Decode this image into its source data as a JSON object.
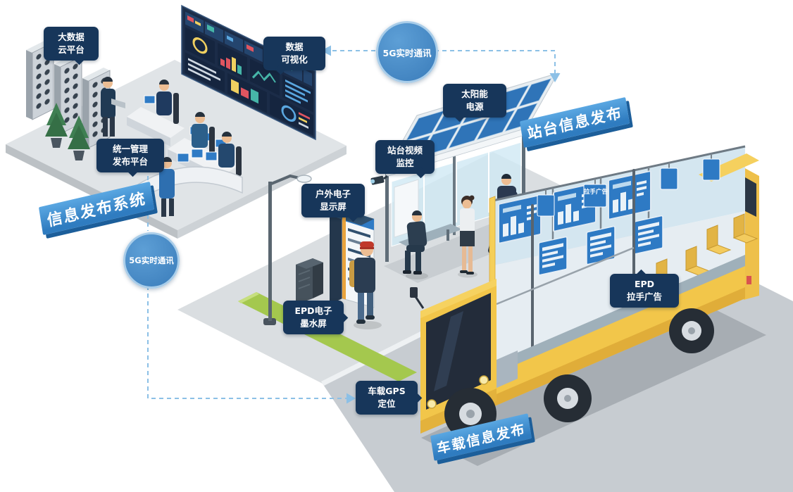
{
  "labels": {
    "badges": [
      {
        "id": "bigdata-cloud",
        "lines": [
          "大数据",
          "云平台"
        ]
      },
      {
        "id": "data-visualization",
        "lines": [
          "数据",
          "可视化"
        ]
      },
      {
        "id": "unified-platform",
        "lines": [
          "统一管理",
          "发布平台"
        ]
      },
      {
        "id": "solar-power",
        "lines": [
          "太阳能",
          "电源"
        ]
      },
      {
        "id": "station-video-monitor",
        "lines": [
          "站台视频",
          "监控"
        ]
      },
      {
        "id": "outdoor-display",
        "lines": [
          "户外电子",
          "显示屏"
        ]
      },
      {
        "id": "epd-ink-screen",
        "lines": [
          "EPD电子",
          "墨水屏"
        ]
      },
      {
        "id": "vehicle-gps",
        "lines": [
          "车载GPS",
          "定位"
        ]
      },
      {
        "id": "epd-handle-ad",
        "lines": [
          "EPD",
          "拉手广告"
        ]
      }
    ],
    "ribbons": [
      {
        "id": "info-publish-system",
        "text": "信息发布系统"
      },
      {
        "id": "station-info-publish",
        "text": "站台信息发布"
      },
      {
        "id": "vehicle-info-publish",
        "text": "车载信息发布"
      }
    ],
    "circles": [
      {
        "id": "5g-top",
        "text": "5G实时通讯"
      },
      {
        "id": "5g-left",
        "text": "5G实时通讯"
      }
    ],
    "small_labels": [
      {
        "id": "strap-ad",
        "text": "拉手广告"
      }
    ]
  },
  "colors": {
    "badge_bg": "#17365a",
    "ribbon_blue": "#2f7cc0",
    "line_blue": "#8cc0e6",
    "bus_yellow": "#f2c64a",
    "screen_blue": "#2e7ac4",
    "solar_blue": "#2f74b8",
    "grass_green": "#a4c84e"
  }
}
